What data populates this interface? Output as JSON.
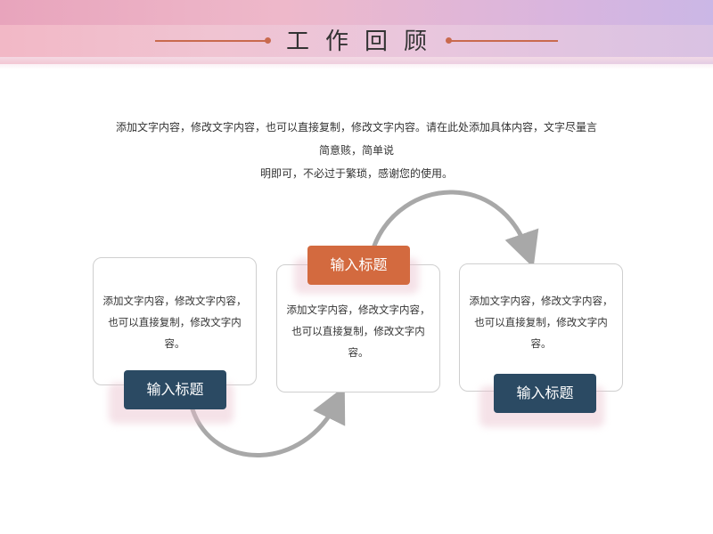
{
  "header": {
    "title": "工作回顾"
  },
  "intro": {
    "line1": "添加文字内容，修改文字内容，也可以直接复制，修改文字内容。请在此处添加具体内容，文字尽量言简意赅，简单说",
    "line2": "明即可，不必过于繁琐，感谢您的使用。"
  },
  "cards": [
    {
      "lines": [
        "添加文字内容，修改文字内容，",
        "也可以直接复制，修改文字内",
        "容。"
      ],
      "tag": "输入标题",
      "tag_color": "#2b4a63"
    },
    {
      "lines": [
        "添加文字内容，修改文字内容，",
        "也可以直接复制，修改文字内",
        "容。"
      ],
      "tag": "输入标题",
      "tag_color": "#d36a3f"
    },
    {
      "lines": [
        "添加文字内容，修改文字内容，",
        "也可以直接复制，修改文字内",
        "容。"
      ],
      "tag": "输入标题",
      "tag_color": "#2b4a63"
    }
  ],
  "colors": {
    "accent": "#c96a4e",
    "navy": "#2b4a63",
    "orange": "#d36a3f",
    "arrow": "#a8a8a8"
  }
}
